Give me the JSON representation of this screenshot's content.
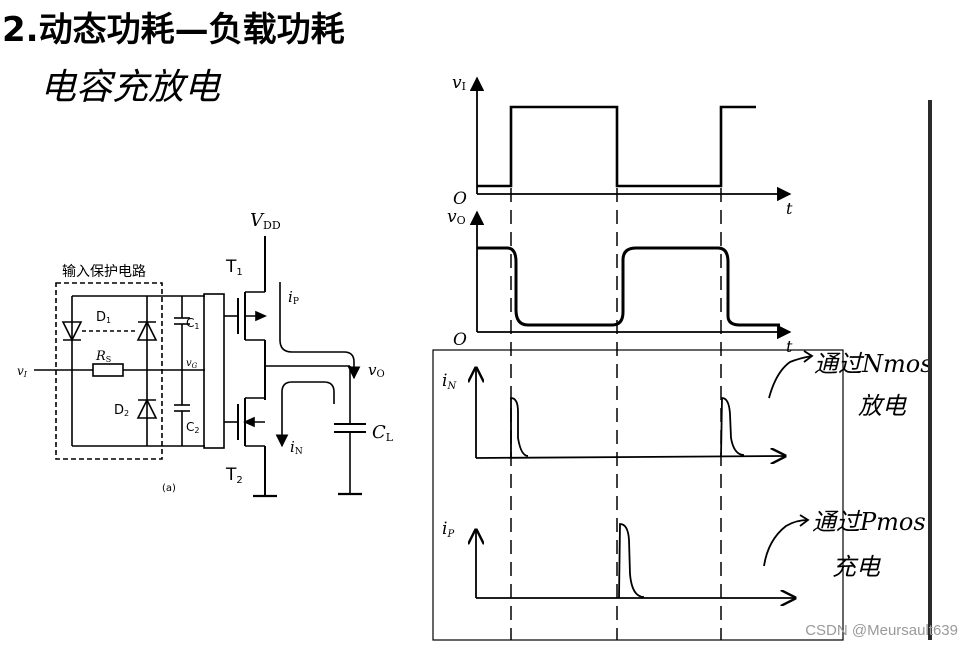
{
  "slide": {
    "title": "2.动态功耗—负载功耗",
    "handwritten_note": "电容充放电",
    "watermark": "CSDN @Meursault639"
  },
  "circuit": {
    "protection_box_label": "输入保护电路",
    "supply_label": "V",
    "supply_sub": "DD",
    "input_label": "v",
    "input_sub": "I",
    "output_label": "v",
    "output_sub": "O",
    "load_cap_label": "C",
    "load_cap_sub": "L",
    "pmos_label": "T",
    "pmos_sub": "1",
    "nmos_label": "T",
    "nmos_sub": "2",
    "ip_label": "i",
    "ip_sub": "P",
    "in_label": "i",
    "in_sub": "N",
    "d1_label": "D",
    "d1_sub": "1",
    "d2_label": "D",
    "d2_sub": "2",
    "c1_label": "C",
    "c1_sub": "1",
    "c2_label": "C",
    "c2_sub": "2",
    "rs_label": "R",
    "rs_sub": "S",
    "vg_label": "v",
    "vg_sub": "G",
    "sub_caption": "(a)"
  },
  "waveforms": {
    "vi_label": "v",
    "vi_sub": "I",
    "vo_label": "v",
    "vo_sub": "O",
    "origin_label": "O",
    "time_label": "t",
    "in_axis_label": "i",
    "in_axis_sub": "N",
    "ip_axis_label": "i",
    "ip_axis_sub": "P",
    "note_nmos_line1": "通过Nmos",
    "note_nmos_line2": "放电",
    "note_pmos_line1": "通过Pmos",
    "note_pmos_line2": "充电"
  }
}
